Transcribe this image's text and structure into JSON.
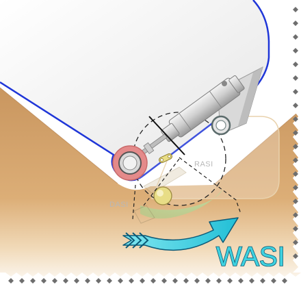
{
  "labels": {
    "rasi": "RASI",
    "dasi": "DASI",
    "wasi": "WASI"
  },
  "colors": {
    "ground_dark": "#c8955e",
    "ground_light": "#e9c394",
    "container_outline": "#1f36d8",
    "flow_arrow": "#33cfe0",
    "flow_arrow_outline": "#0b5a78",
    "seal_ring": "#e48a8a",
    "green_zone": "#a6d89a",
    "pin": "#e8dd86"
  }
}
